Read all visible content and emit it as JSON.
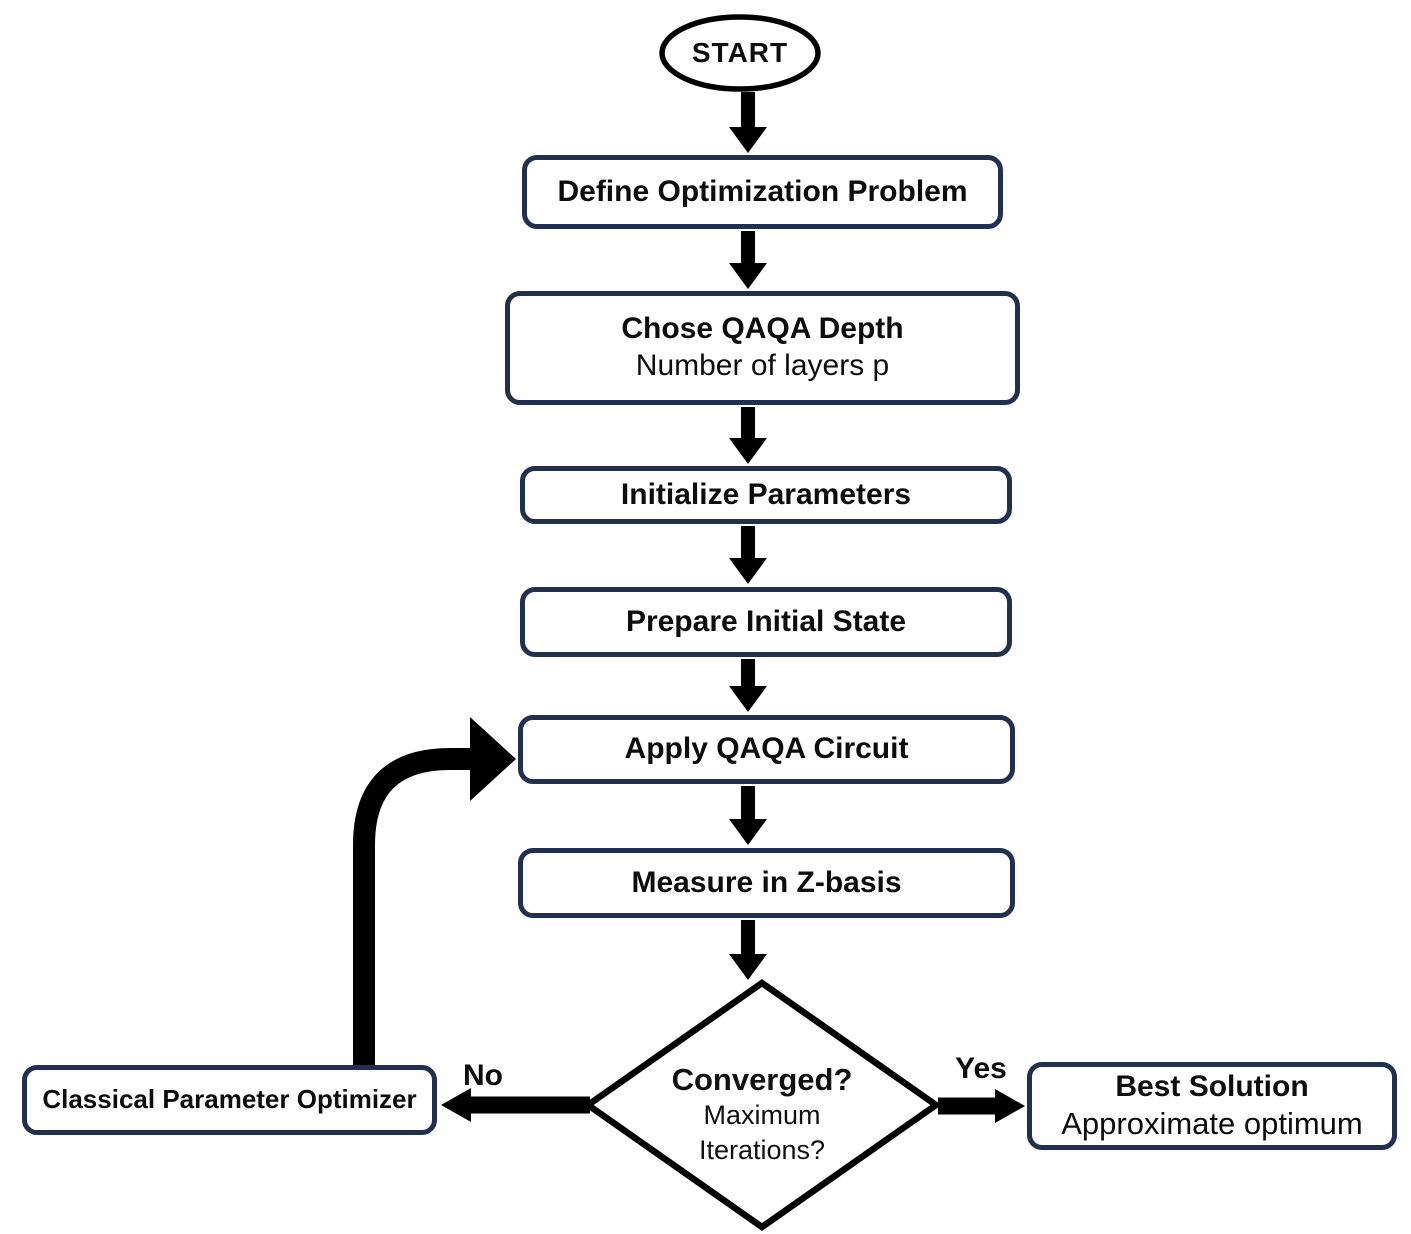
{
  "flowchart": {
    "start_label": "START",
    "steps": [
      {
        "label": "Define Optimization Problem"
      },
      {
        "label": "Chose QAQA Depth",
        "sublabel": "Number of layers p"
      },
      {
        "label": "Initialize Parameters"
      },
      {
        "label": "Prepare Initial State"
      },
      {
        "label": "Apply QAQA Circuit"
      },
      {
        "label": "Measure in Z-basis"
      }
    ],
    "decision": {
      "label": "Converged?",
      "sublabel_line1": "Maximum",
      "sublabel_line2": "Iterations?"
    },
    "branches": {
      "no_label": "No",
      "yes_label": "Yes"
    },
    "no_target": {
      "label": "Classical Parameter Optimizer"
    },
    "yes_target": {
      "label": "Best Solution",
      "sublabel": "Approximate optimum"
    },
    "colors": {
      "box_border": "#22304f",
      "shape_stroke": "#000000",
      "text": "#0d0d0d",
      "background": "#ffffff"
    }
  }
}
